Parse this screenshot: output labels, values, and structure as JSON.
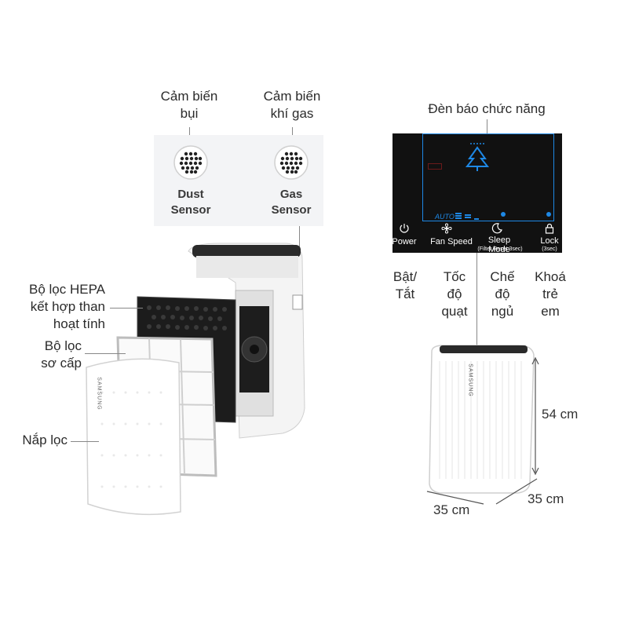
{
  "callouts": {
    "dust_sensor_vi": "Cảm biến\nbụi",
    "gas_sensor_vi": "Cảm biến\nkhí gas",
    "hepa": "Bộ lọc HEPA\nkết hợp than\nhoạt tính",
    "prefilter": "Bộ lọc\nsơ cấp",
    "cover": "Nắp lọc",
    "indicator": "Đèn báo chức năng"
  },
  "sensors": {
    "dust": "Dust\nSensor",
    "gas": "Gas\nSensor"
  },
  "panel": {
    "auto": "AUTO",
    "power": "Power",
    "fan_speed": "Fan Speed",
    "sleep_mode": "Sleep Mode",
    "filter_reset": "(Filter Reset 3sec)",
    "lock": "Lock",
    "lock_sub": "(3sec)"
  },
  "buttons_vi": {
    "power": "Bật/\nTắt",
    "fan": "Tốc\nđộ\nquạt",
    "sleep": "Chế\nđộ\nngủ",
    "lock": "Khoá\ntrẻ\nem"
  },
  "dimensions": {
    "height": "54 cm",
    "depth": "35 cm",
    "width": "35 cm"
  },
  "brand": "SAMSUNG",
  "colors": {
    "panel_bg": "#111111",
    "indicator_blue": "#1e88e5",
    "sensor_card_bg": "#f3f4f6"
  }
}
